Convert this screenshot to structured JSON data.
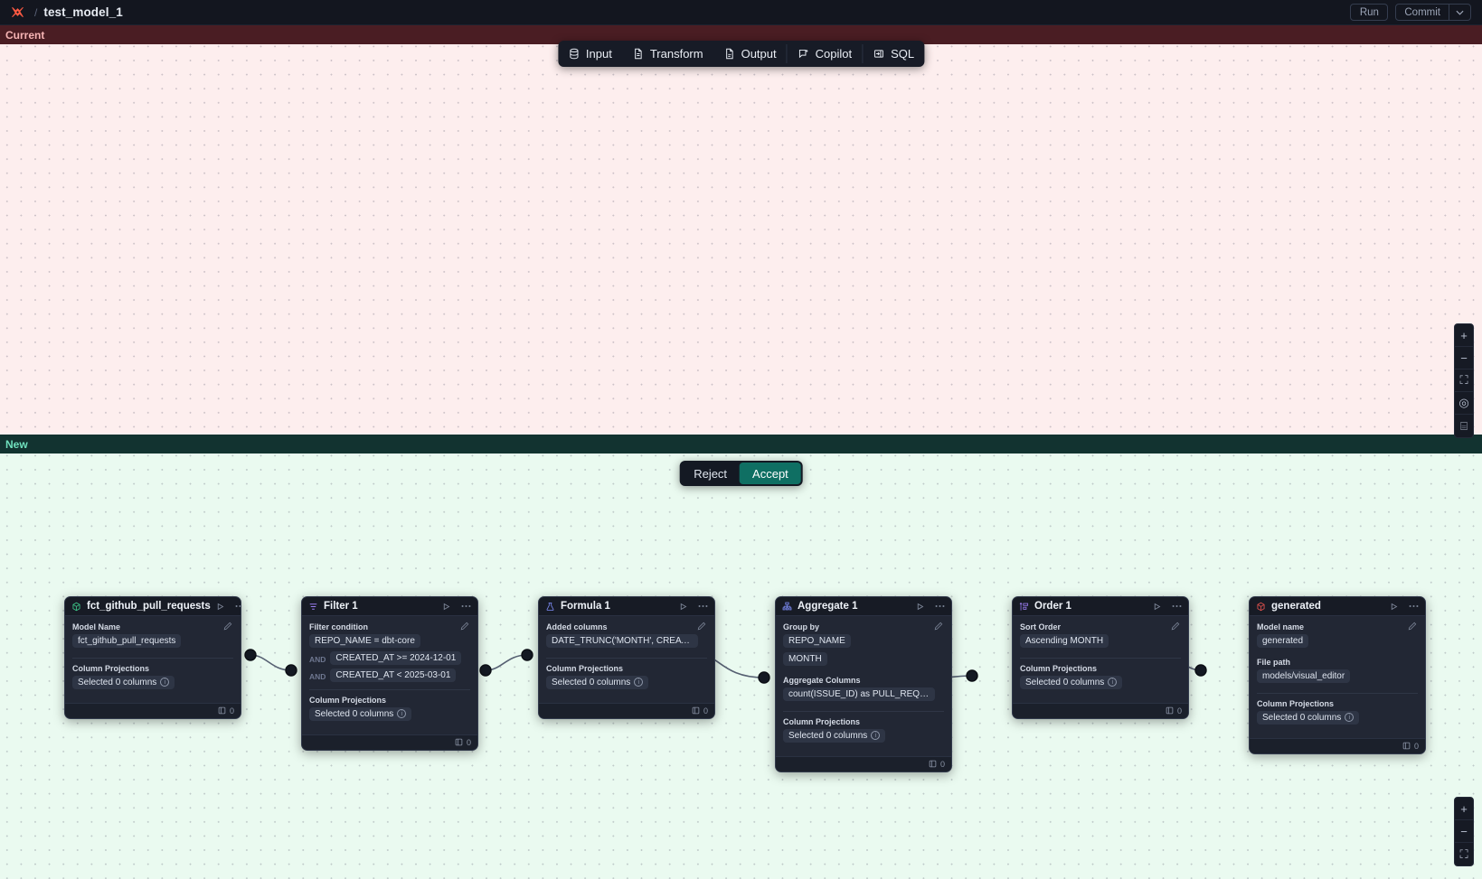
{
  "header": {
    "logo_icon": "dbt-x-logo-icon",
    "breadcrumb_separator": "/",
    "model_title": "test_model_1",
    "run_label": "Run",
    "commit_label": "Commit",
    "commit_caret": "⌄"
  },
  "toolbar": {
    "items": [
      {
        "label": "Input",
        "icon": "database-icon"
      },
      {
        "label": "Transform",
        "icon": "file-text-icon"
      },
      {
        "label": "Output",
        "icon": "file-export-icon"
      },
      {
        "label": "Copilot",
        "icon": "copilot-sparkle-icon"
      },
      {
        "label": "SQL",
        "icon": "sql-panel-icon"
      }
    ]
  },
  "panes": {
    "current_label": "Current",
    "new_label": "New"
  },
  "decision": {
    "reject_label": "Reject",
    "accept_label": "Accept",
    "accept_color": "#0f6f63"
  },
  "zoom_controls": {
    "top": [
      {
        "icon": "plus-icon",
        "glyph": "+"
      },
      {
        "icon": "minus-icon",
        "glyph": "−"
      },
      {
        "icon": "fit-view-icon",
        "glyph": "⛶"
      },
      {
        "icon": "lock-interactivity-icon",
        "glyph": "◎"
      },
      {
        "icon": "mini-map-icon",
        "glyph": "⌸"
      }
    ],
    "bottom": [
      {
        "icon": "plus-icon",
        "glyph": "+"
      },
      {
        "icon": "minus-icon",
        "glyph": "−"
      },
      {
        "icon": "fit-view-icon",
        "glyph": "⛶"
      }
    ]
  },
  "nodes": [
    {
      "id": "source",
      "title": "fct_github_pull_requests",
      "icon": "cube-green-icon",
      "icon_color": "#3ec98a",
      "play_icon": "run-node-icon",
      "menu_icon": "more-options-icon",
      "edit_icon": "pencil-edit-icon",
      "row_count": "0",
      "row_icon": "table-rows-icon",
      "sections": [
        {
          "title": "Model Name",
          "chips": [
            {
              "text": "fct_github_pull_requests"
            }
          ],
          "has_edit": true
        },
        {
          "title": "Column Projections",
          "chips": [
            {
              "text": "Selected 0 columns",
              "info": true
            }
          ],
          "has_edit": false
        }
      ]
    },
    {
      "id": "filter",
      "title": "Filter 1",
      "icon": "filter-icon",
      "icon_color": "#9a7cf0",
      "play_icon": "run-node-icon",
      "menu_icon": "more-options-icon",
      "edit_icon": "pencil-edit-icon",
      "row_count": "0",
      "row_icon": "table-rows-icon",
      "sections": [
        {
          "title": "Filter condition",
          "chips": [
            {
              "text": "REPO_NAME = dbt-core"
            },
            {
              "prefix": "AND",
              "text": "CREATED_AT >= 2024-12-01"
            },
            {
              "prefix": "AND",
              "text": "CREATED_AT < 2025-03-01"
            }
          ],
          "has_edit": true
        },
        {
          "title": "Column Projections",
          "chips": [
            {
              "text": "Selected 0 columns",
              "info": true
            }
          ],
          "has_edit": false
        }
      ]
    },
    {
      "id": "formula",
      "title": "Formula 1",
      "icon": "flask-icon",
      "icon_color": "#7d8cf5",
      "play_icon": "run-node-icon",
      "menu_icon": "more-options-icon",
      "edit_icon": "pencil-edit-icon",
      "row_count": "0",
      "row_icon": "table-rows-icon",
      "sections": [
        {
          "title": "Added columns",
          "chips": [
            {
              "text": "DATE_TRUNC('MONTH', CREATED_AT..."
            }
          ],
          "has_edit": true
        },
        {
          "title": "Column Projections",
          "chips": [
            {
              "text": "Selected 0 columns",
              "info": true
            }
          ],
          "has_edit": false
        }
      ]
    },
    {
      "id": "aggregate",
      "title": "Aggregate 1",
      "icon": "aggregate-icon",
      "icon_color": "#7d8cf5",
      "play_icon": "run-node-icon",
      "menu_icon": "more-options-icon",
      "edit_icon": "pencil-edit-icon",
      "row_count": "0",
      "row_icon": "table-rows-icon",
      "sections": [
        {
          "title": "Group by",
          "chips": [
            {
              "text": "REPO_NAME"
            },
            {
              "text": "MONTH"
            }
          ],
          "has_edit": true
        },
        {
          "title": "Aggregate Columns",
          "chips": [
            {
              "text": "count(ISSUE_ID) as PULL_REQUEST_..."
            }
          ],
          "has_edit": false
        },
        {
          "title": "Column Projections",
          "chips": [
            {
              "text": "Selected 0 columns",
              "info": true
            }
          ],
          "has_edit": false
        }
      ]
    },
    {
      "id": "order",
      "title": "Order 1",
      "icon": "sort-order-icon",
      "icon_color": "#9a7cf0",
      "play_icon": "run-node-icon",
      "menu_icon": "more-options-icon",
      "edit_icon": "pencil-edit-icon",
      "row_count": "0",
      "row_icon": "table-rows-icon",
      "sections": [
        {
          "title": "Sort Order",
          "chips": [
            {
              "text": "Ascending MONTH"
            }
          ],
          "has_edit": true
        },
        {
          "title": "Column Projections",
          "chips": [
            {
              "text": "Selected 0 columns",
              "info": true
            }
          ],
          "has_edit": false
        }
      ]
    },
    {
      "id": "generated",
      "title": "generated",
      "icon": "cube-red-icon",
      "icon_color": "#e0514d",
      "play_icon": "run-node-icon",
      "menu_icon": "more-options-icon",
      "edit_icon": "pencil-edit-icon",
      "row_count": "0",
      "row_icon": "table-rows-icon",
      "sections": [
        {
          "title": "Model name",
          "chips": [
            {
              "text": "generated"
            }
          ],
          "has_edit": true
        },
        {
          "title": "File path",
          "chips": [
            {
              "text": "models/visual_editor"
            }
          ],
          "has_edit": false
        },
        {
          "title": "Column Projections",
          "chips": [
            {
              "text": "Selected 0 columns",
              "info": true
            }
          ],
          "has_edit": false
        }
      ]
    }
  ]
}
